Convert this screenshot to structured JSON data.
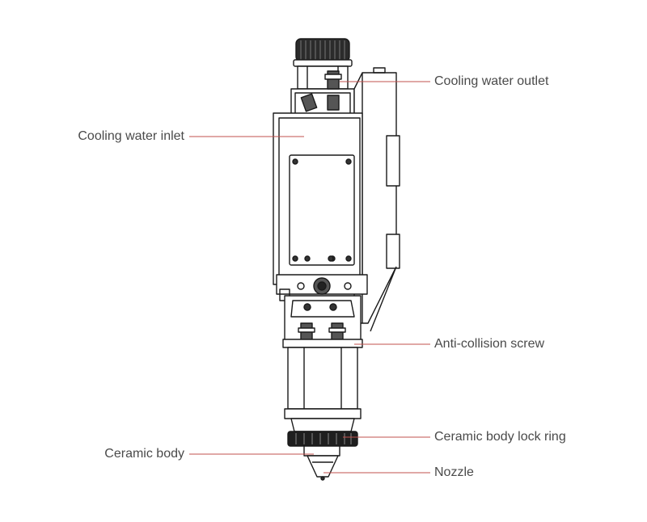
{
  "colors": {
    "line": "#1a1a1a",
    "leader": "#c0504d",
    "label_text": "#4a4a4a",
    "background": "#ffffff"
  },
  "labels": {
    "cooling_water_outlet": "Cooling water outlet",
    "cooling_water_inlet": "Cooling water inlet",
    "anti_collision_screw": "Anti-collision screw",
    "ceramic_body_lock_ring": "Ceramic body lock ring",
    "ceramic_body": "Ceramic body",
    "nozzle": "Nozzle"
  }
}
